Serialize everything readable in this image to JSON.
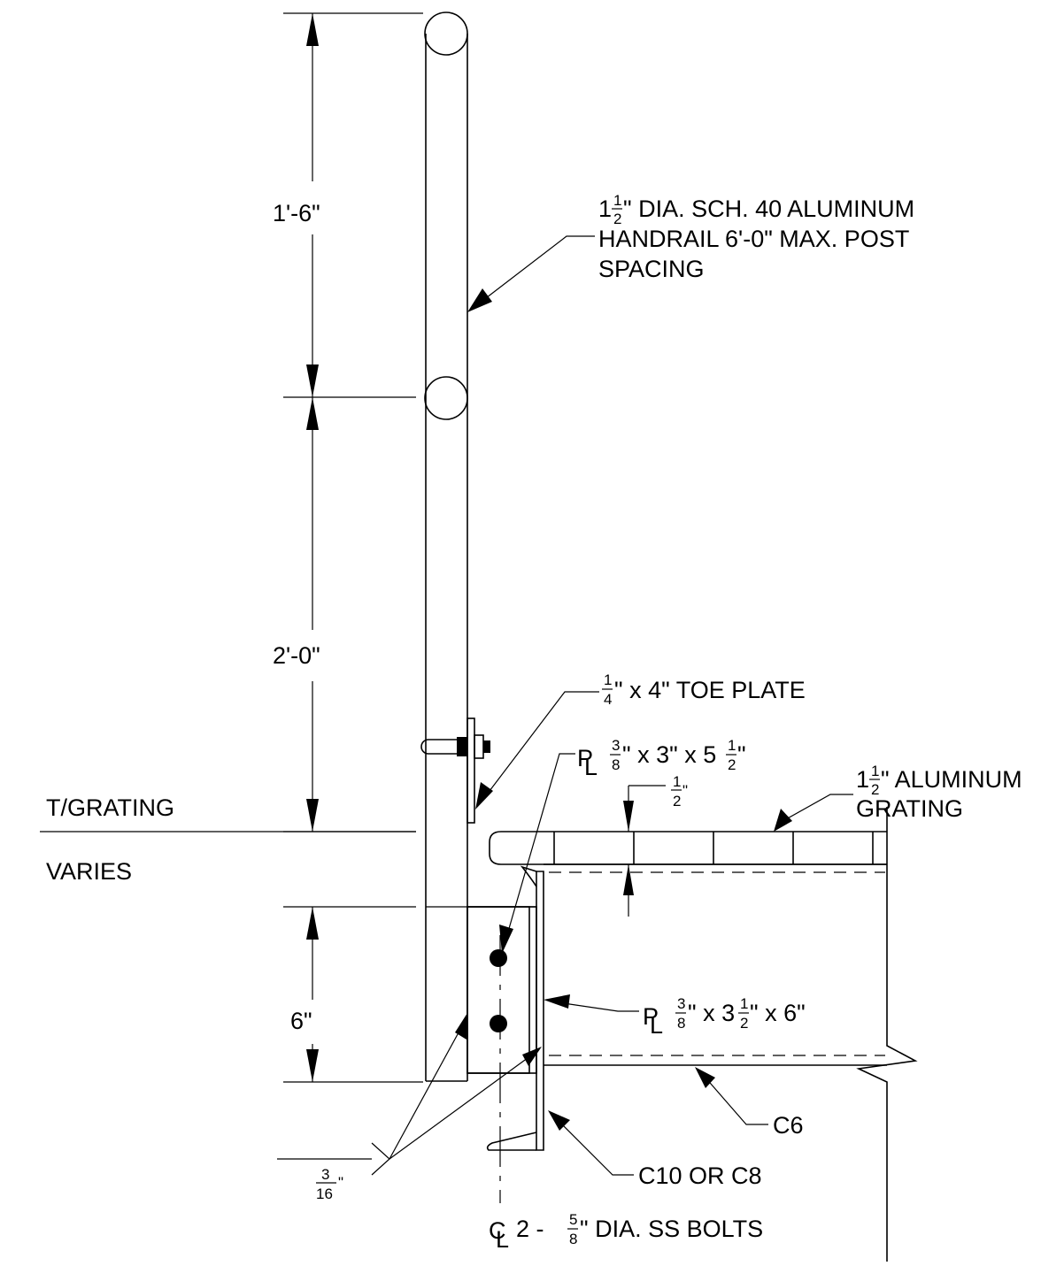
{
  "dimensions": {
    "top_rail_height": "1'-6\"",
    "mid_rail_height": "2'-0\"",
    "toe_gap": "1",
    "toe_gap_den": "2",
    "toe_gap_unit": "\"",
    "post_plate_depth": "6\"",
    "weld_size_num": "3",
    "weld_size_den": "16",
    "weld_size_unit": "\""
  },
  "levels": {
    "top_of_grating": "T/GRATING",
    "varies": "VARIES"
  },
  "callouts": {
    "handrail": {
      "line1_whole": "1",
      "line1_num": "1",
      "line1_den": "2",
      "line1_rest": "\" DIA. SCH. 40 ALUMINUM",
      "line2": "HANDRAIL 6'-0\" MAX. POST",
      "line3": "SPACING"
    },
    "toe_plate": {
      "num": "1",
      "den": "4",
      "rest": "\" x 4\" TOE PLATE"
    },
    "clip_plate_upper": {
      "symbol": "PL",
      "num": "3",
      "den": "8",
      "mid": "\" x 3\" x 5",
      "num2": "1",
      "den2": "2",
      "end": "\""
    },
    "grating": {
      "whole": "1",
      "num": "1",
      "den": "2",
      "rest": "\" ALUMINUM",
      "line2": "GRATING"
    },
    "clip_plate_lower": {
      "symbol": "PL",
      "num": "3",
      "den": "8",
      "mid": "\" x 3",
      "num2": "1",
      "den2": "2",
      "end": "\" x 6\""
    },
    "c6": "C6",
    "c10": "C10 OR C8",
    "bolts": {
      "symbol": "CL",
      "pre": "2 - ",
      "num": "5",
      "den": "8",
      "rest": "\" DIA. SS BOLTS"
    }
  }
}
